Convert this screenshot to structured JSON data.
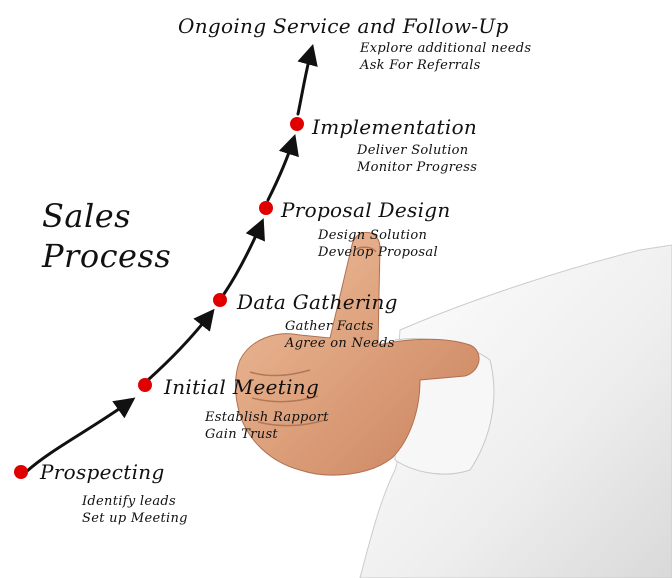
{
  "title": {
    "line1": "Sales",
    "line2": "Process"
  },
  "colors": {
    "dot": "#e00000",
    "ink": "#111111",
    "sleeve": "#f4f4f4",
    "skin": "#e3a680"
  },
  "steps": [
    {
      "title": "Prospecting",
      "details": [
        "Identify leads",
        "Set up Meeting"
      ]
    },
    {
      "title": "Initial Meeting",
      "details": [
        "Establish Rapport",
        "Gain Trust"
      ]
    },
    {
      "title": "Data Gathering",
      "details": [
        "Gather Facts",
        "Agree on Needs"
      ]
    },
    {
      "title": "Proposal Design",
      "details": [
        "Design Solution",
        "Develop Proposal"
      ]
    },
    {
      "title": "Implementation",
      "details": [
        "Deliver Solution",
        "Monitor Progress"
      ]
    },
    {
      "title": "Ongoing Service and Follow-Up",
      "details": [
        "Explore additional needs",
        "Ask For Referrals"
      ]
    }
  ]
}
